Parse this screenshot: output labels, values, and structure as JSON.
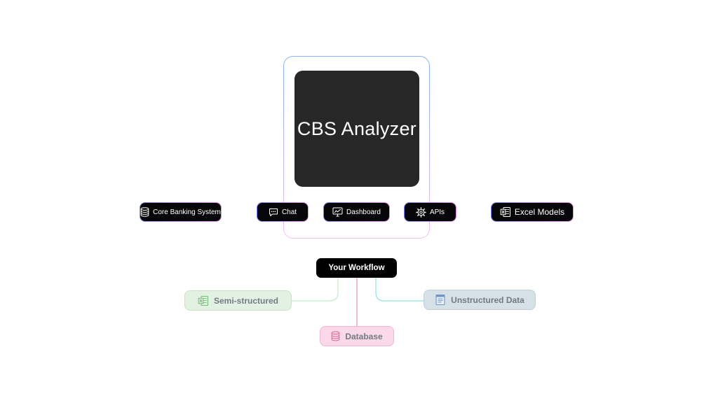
{
  "product": {
    "title": "CBS Analyzer"
  },
  "sources": {
    "core_banking": "Core Banking System",
    "chat": "Chat",
    "dashboard": "Dashboard",
    "apis": "APIs",
    "excel_models": "Excel Models"
  },
  "workflow": {
    "label": "Your Workflow"
  },
  "data_types": {
    "semi_structured": "Semi-structured",
    "database": "Database",
    "unstructured": "Unstructured Data"
  },
  "colors": {
    "product_bg": "#272727",
    "chip_bg": "#070709",
    "semi_structured_fill": "#e3f1e2",
    "semi_structured_accent": "#6dbd73",
    "database_fill": "#fbd9e8",
    "database_accent": "#e9679a",
    "unstructured_fill": "#d6e0e7",
    "unstructured_accent": "#6f95c9",
    "connector_green": "#bdeec5",
    "connector_pink": "#f18ab2",
    "connector_teal": "#8ee4de"
  },
  "icons": {
    "core_banking": "database-stack-icon",
    "chat": "chat-bubble-icon",
    "dashboard": "monitor-chart-icon",
    "apis": "gear-cog-icon",
    "excel_models": "excel-file-icon",
    "semi_structured": "excel-file-icon",
    "database": "database-icon",
    "unstructured": "document-icon"
  }
}
